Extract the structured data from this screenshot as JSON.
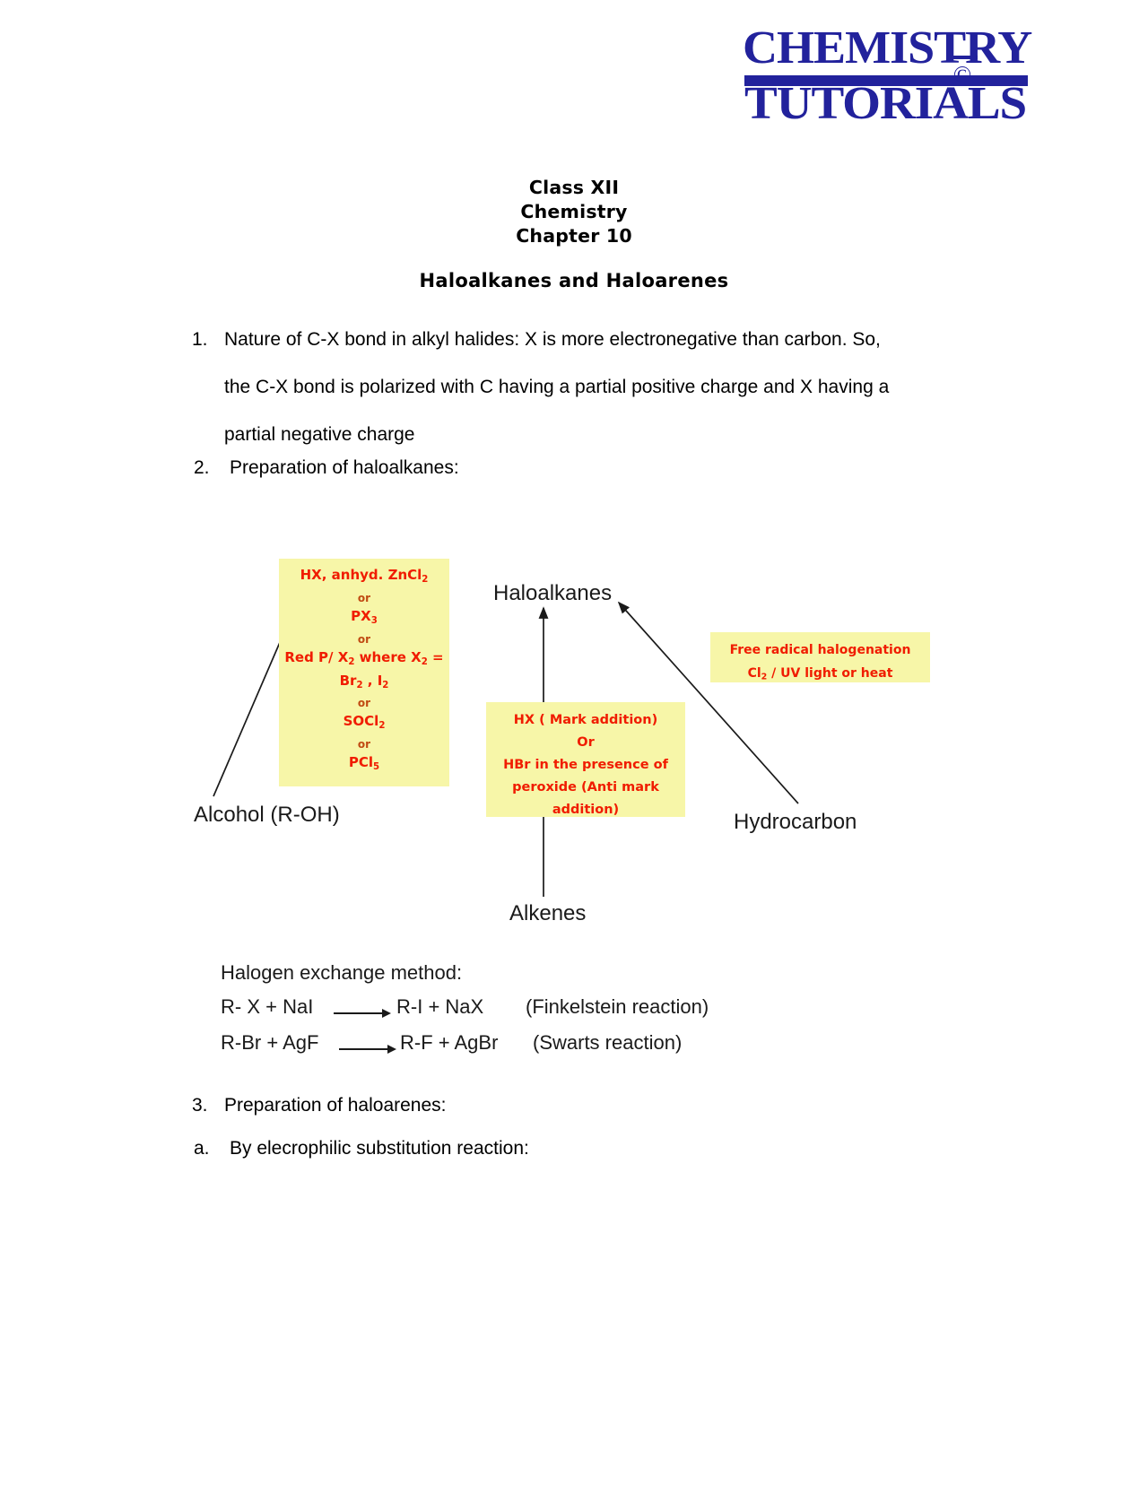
{
  "logo": {
    "line1": "CHEMISTRY",
    "line2": "TUTORIALS",
    "mark": "C",
    "color": "#22229c"
  },
  "heading": {
    "line1": "Class XII",
    "line2": "Chemistry",
    "line3": "Chapter 10",
    "title": "Haloalkanes and Haloarenes"
  },
  "items": {
    "one_marker": "1.",
    "one_text": "Nature of C-X bond in alkyl halides: X is more electronegative than carbon. So, the C-X bond is polarized with C having a partial positive charge and X having a partial negative charge",
    "two_marker": "2.",
    "two_text": "Preparation of haloalkanes:",
    "three_marker": "3.",
    "three_text": "Preparation of haloarenes:",
    "a_marker": "a.",
    "a_text": "By elecrophilic substitution reaction:"
  },
  "diagram": {
    "box_fill": "#f7f6a8",
    "text_color": "#f01c00",
    "or_color": "#c04a12",
    "nodes": {
      "haloalkanes": "Haloalkanes",
      "alcohol": "Alcohol (R-OH)",
      "hydrocarbon": "Hydrocarbon",
      "alkenes": "Alkenes"
    },
    "box_left": {
      "l1_a": "HX, anhyd. ZnCl",
      "l1_sub": "2",
      "or1": "or",
      "l2_a": "PX",
      "l2_sub": "3",
      "or2": "or",
      "l3_a": "Red P/ X",
      "l3_sub1": "2",
      "l3_b": " where X",
      "l3_sub2": "2",
      "l3_c": " =",
      "l4_a": "Br",
      "l4_sub1": "2",
      "l4_b": " , I",
      "l4_sub2": "2",
      "or3": "or",
      "l5_a": "SOCl",
      "l5_sub": "2",
      "or4": "or",
      "l6_a": "PCl",
      "l6_sub": "5"
    },
    "box_mid": {
      "l1": "HX ( Mark addition)",
      "l2": "Or",
      "l3": "HBr in the presence of",
      "l4": "peroxide (Anti mark",
      "l5": "addition)"
    },
    "box_right": {
      "l1": "Free radical halogenation",
      "l2_a": "Cl",
      "l2_sub": "2",
      "l2_b": " / UV light or heat"
    }
  },
  "halogen_exchange": {
    "title": "Halogen exchange method:",
    "reactions": [
      {
        "lhs": "R- X + NaI",
        "rhs": "R-I + NaX",
        "note": "(Finkelstein reaction)"
      },
      {
        "lhs": "R-Br + AgF",
        "rhs": "R-F + AgBr",
        "note": "(Swarts reaction)"
      }
    ]
  }
}
